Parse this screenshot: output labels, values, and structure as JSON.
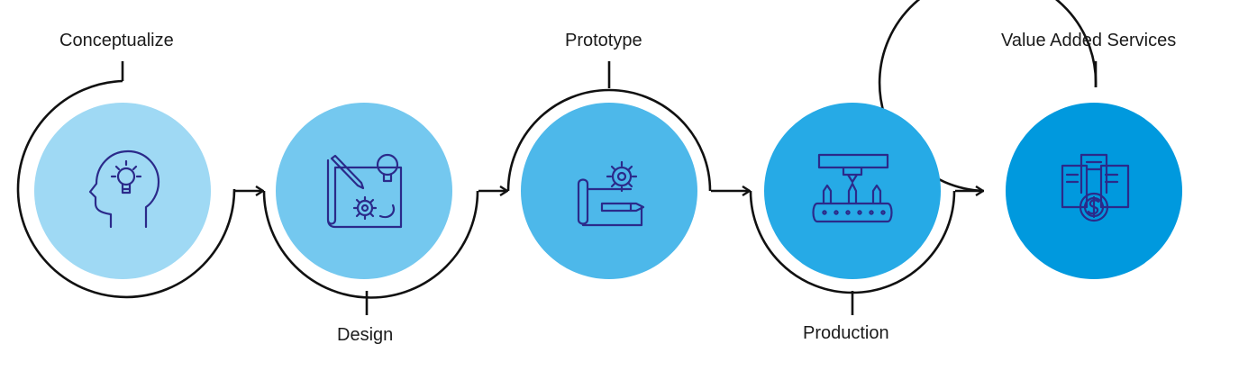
{
  "steps": [
    {
      "label": "Conceptualize",
      "icon": "head-lightbulb-icon",
      "fill": "#9fd9f4"
    },
    {
      "label": "Design",
      "icon": "blueprint-pencil-icon",
      "fill": "#74c8ef"
    },
    {
      "label": "Prototype",
      "icon": "blueprint-gear-icon",
      "fill": "#4db8ea"
    },
    {
      "label": "Production",
      "icon": "bottling-line-icon",
      "fill": "#26aae6"
    },
    {
      "label": "Value Added Services",
      "icon": "buildings-dollar-icon",
      "fill": "#0099de"
    }
  ],
  "colors": {
    "ring": "#111111",
    "icon": "#2b2a8a",
    "text": "#1b1b1b"
  }
}
